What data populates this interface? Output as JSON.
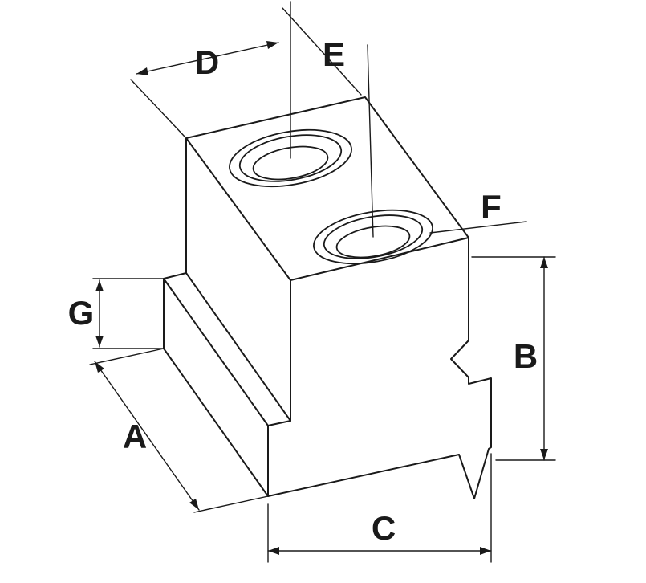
{
  "drawing": {
    "kind": "isometric technical line drawing of a T-nut block with two counterbored holes",
    "colors": {
      "line": "#1a1a1a",
      "background": "#ffffff"
    }
  },
  "labels": {
    "a": "A",
    "b": "B",
    "c": "C",
    "d": "D",
    "e": "E",
    "f": "F",
    "g": "G"
  }
}
